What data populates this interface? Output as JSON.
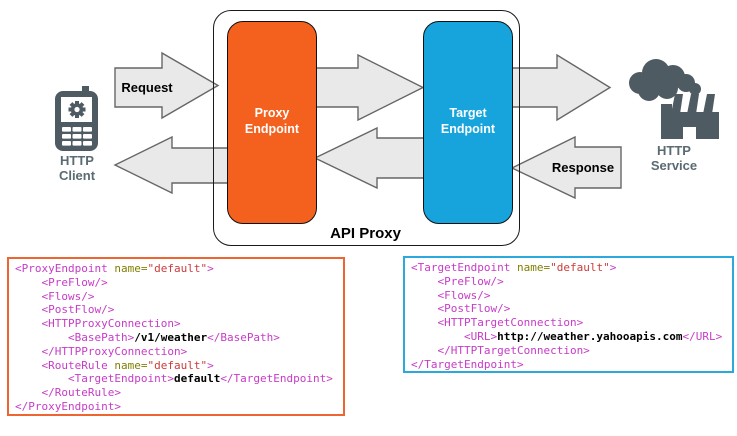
{
  "colors": {
    "orange": "#F4611E",
    "blue": "#17A4DC",
    "orange-border": "#EE6532",
    "blue-border": "#2BA9DF",
    "arrow-fill": "#E9E9E9",
    "arrow-stroke": "#666666",
    "icon-gray": "#4E5B63",
    "label-gray": "#5A6B73",
    "code-tag": "#C73BC7",
    "code-attr": "#817F00",
    "code-str": "#CC3B3B",
    "code-text": "#000000"
  },
  "diagram": {
    "api_proxy_label": "API Proxy",
    "proxy_endpoint_label": "Proxy\nEndpoint",
    "target_endpoint_label": "Target\nEndpoint",
    "request_label": "Request",
    "response_label": "Response",
    "http_client_label": "HTTP\nClient",
    "http_service_label": "HTTP\nService"
  },
  "code_blocks": [
    {
      "name": "proxy-endpoint-config",
      "lines": [
        [
          [
            "tag",
            "<ProxyEndpoint"
          ],
          [
            "plain",
            " "
          ],
          [
            "attr",
            "name="
          ],
          [
            "str",
            "\"default\""
          ],
          [
            "tag",
            ">"
          ]
        ],
        [
          [
            "tag",
            "    <PreFlow/>"
          ]
        ],
        [
          [
            "tag",
            "    <Flows/>"
          ]
        ],
        [
          [
            "tag",
            "    <PostFlow/>"
          ]
        ],
        [
          [
            "tag",
            "    <HTTPProxyConnection>"
          ]
        ],
        [
          [
            "tag",
            "        <BasePath>"
          ],
          [
            "text",
            "/v1/weather"
          ],
          [
            "tag",
            "</BasePath>"
          ]
        ],
        [
          [
            "tag",
            "    </HTTPProxyConnection>"
          ]
        ],
        [
          [
            "tag",
            "    <RouteRule"
          ],
          [
            "plain",
            " "
          ],
          [
            "attr",
            "name="
          ],
          [
            "str",
            "\"default\""
          ],
          [
            "tag",
            ">"
          ]
        ],
        [
          [
            "tag",
            "        <TargetEndpoint>"
          ],
          [
            "text",
            "default"
          ],
          [
            "tag",
            "</TargetEndpoint>"
          ]
        ],
        [
          [
            "tag",
            "    </RouteRule>"
          ]
        ],
        [
          [
            "tag",
            "</ProxyEndpoint>"
          ]
        ]
      ]
    },
    {
      "name": "target-endpoint-config",
      "lines": [
        [
          [
            "tag",
            "<TargetEndpoint"
          ],
          [
            "plain",
            " "
          ],
          [
            "attr",
            "name="
          ],
          [
            "str",
            "\"default\""
          ],
          [
            "tag",
            ">"
          ]
        ],
        [
          [
            "tag",
            "    <PreFlow/>"
          ]
        ],
        [
          [
            "tag",
            "    <Flows/>"
          ]
        ],
        [
          [
            "tag",
            "    <PostFlow/>"
          ]
        ],
        [
          [
            "tag",
            "    <HTTPTargetConnection>"
          ]
        ],
        [
          [
            "tag",
            "        <URL>"
          ],
          [
            "text",
            "http://weather.yahooapis.com"
          ],
          [
            "tag",
            "</URL>"
          ]
        ],
        [
          [
            "tag",
            "    </HTTPTargetConnection>"
          ]
        ],
        [
          [
            "tag",
            "</TargetEndpoint>"
          ]
        ]
      ]
    }
  ]
}
